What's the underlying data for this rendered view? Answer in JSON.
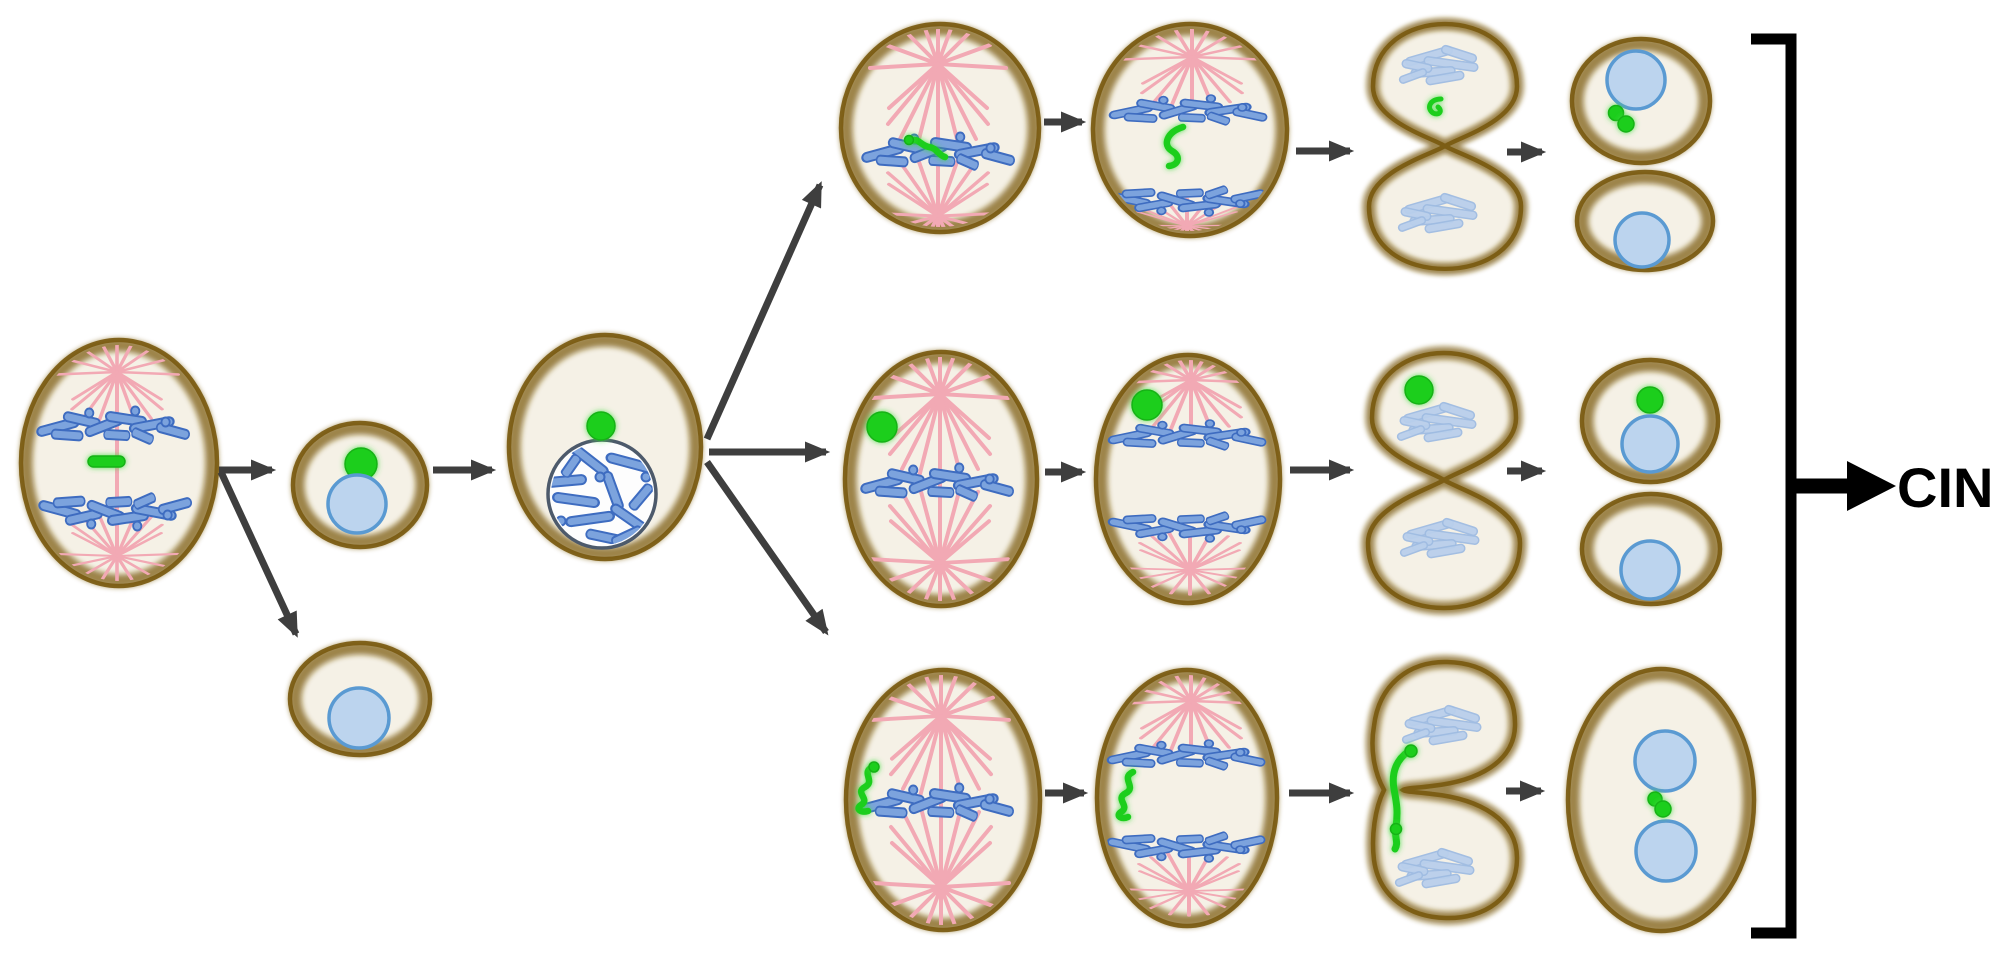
{
  "figure": {
    "label": "CIN",
    "colors": {
      "membrane": "#7a5a10",
      "cytoplasm": "#f5f1e6",
      "spindle": "#f2a9b4",
      "chromosome_fill": "#7ca3dd",
      "chromosome_stroke": "#3e6cc0",
      "chromatin": "#b9cfec",
      "nucleus_fill": "#bcd4ee",
      "nucleus_stroke": "#5a9ad2",
      "green": "#1fce1f",
      "arrow": "#3e3e3e",
      "bracket": "#000000"
    },
    "cells": [
      "anaphase-cell-with-lagging-chromosome",
      "daughter-cell-with-micronucleus",
      "daughter-cell-without-micronucleus",
      "interphase-cell-micronucleus-beside-nucleus",
      "metaphase-cell-reincorporated-chromosome",
      "anaphase-cell-broken-chromosome-fragment",
      "cytokinesis-cell-chromosome-fragment",
      "daughter-cells-new-micronucleus",
      "metaphase-cell-intact-micronucleus",
      "anaphase-cell-intact-micronucleus",
      "cytokinesis-cell-intact-micronucleus",
      "daughter-cells-persistent-micronucleus",
      "metaphase-cell-bridged-chromosome",
      "anaphase-cell-chromatin-bridge",
      "cytokinesis-cell-trapped-chromosome",
      "binucleated-cell-with-micronucleus"
    ]
  }
}
